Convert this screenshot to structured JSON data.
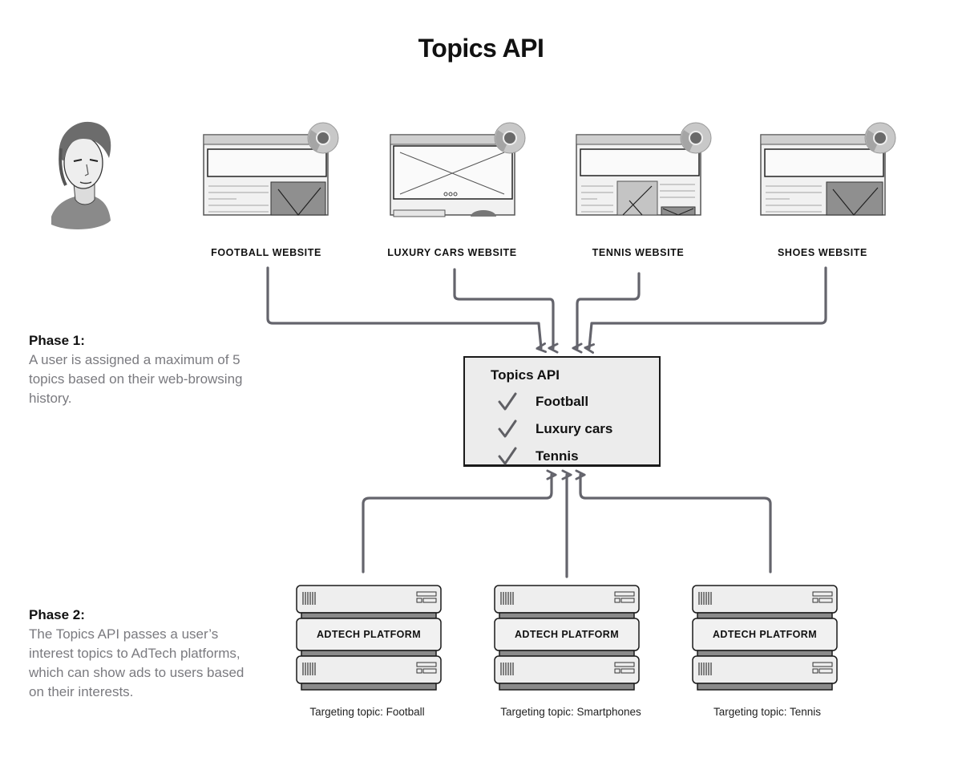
{
  "title": "Topics API",
  "user": {
    "icon": "user-portrait-icon"
  },
  "websites": [
    {
      "label": "FOOTBALL WEBSITE",
      "icon": "browser-window-icon",
      "badge_icon": "chrome-icon"
    },
    {
      "label": "LUXURY CARS WEBSITE",
      "icon": "browser-window-icon",
      "badge_icon": "chrome-icon"
    },
    {
      "label": "TENNIS WEBSITE",
      "icon": "browser-window-icon",
      "badge_icon": "chrome-icon"
    },
    {
      "label": "SHOES WEBSITE",
      "icon": "browser-window-icon",
      "badge_icon": "chrome-icon"
    }
  ],
  "phase1": {
    "title": "Phase 1:",
    "description": "A user is assigned a maximum of 5 topics based on their web-browsing history."
  },
  "phase2": {
    "title": "Phase 2:",
    "description": "The Topics API passes a user’s interest topics to AdTech platforms, which can show ads to users based on their interests."
  },
  "api_box": {
    "title": "Topics API",
    "topics": [
      {
        "label": "Football",
        "icon": "checkmark-icon"
      },
      {
        "label": "Luxury cars",
        "icon": "checkmark-icon"
      },
      {
        "label": "Tennis",
        "icon": "checkmark-icon"
      }
    ]
  },
  "platforms": [
    {
      "label": "ADTECH PLATFORM",
      "caption": "Targeting topic: Football",
      "icon": "server-stack-icon"
    },
    {
      "label": "ADTECH PLATFORM",
      "caption": "Targeting topic: Smartphones",
      "icon": "server-stack-icon"
    },
    {
      "label": "ADTECH PLATFORM",
      "caption": "Targeting topic: Tennis",
      "icon": "server-stack-icon"
    }
  ],
  "colors": {
    "arrow": "#64646c",
    "body_text": "#7a7a7f",
    "heading": "#111111",
    "box_fill": "#ececec"
  }
}
